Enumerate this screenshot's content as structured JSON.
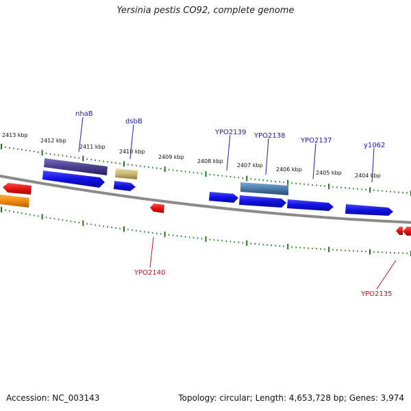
{
  "title": "Yersinia pestis CO92, complete genome",
  "footer": {
    "accession": "Accession: NC_003143",
    "summary": "Topology: circular; Length: 4,653,728 bp; Genes: 3,974"
  },
  "scale_labels": [
    "2413 kbp",
    "2412 kbp",
    "2411 kbp",
    "2410 kbp",
    "2409 kbp",
    "2408 kbp",
    "2407 kbp",
    "2406 kbp",
    "2405 kbp",
    "2404 kbp"
  ],
  "gene_labels": {
    "nhaB": "nhaB",
    "dsbB": "dsbB",
    "YPO2139": "YPO2139",
    "YPO2138": "YPO2138",
    "YPO2137": "YPO2137",
    "y1062": "y1062",
    "YPO2140": "YPO2140",
    "YPO2135": "YPO2135"
  },
  "colors": {
    "forward_cds": "#1515e8",
    "reverse_cds": "#e81515",
    "orange_feature": "#f08a10",
    "purple_feature": "#4a3f8c",
    "khaki_feature": "#c8b870",
    "steel_feature": "#4a7aa8",
    "tick_green": "#1a7a1a",
    "backbone": "#888888",
    "label_blue": "#1a1ab0",
    "label_red": "#cc1111"
  }
}
